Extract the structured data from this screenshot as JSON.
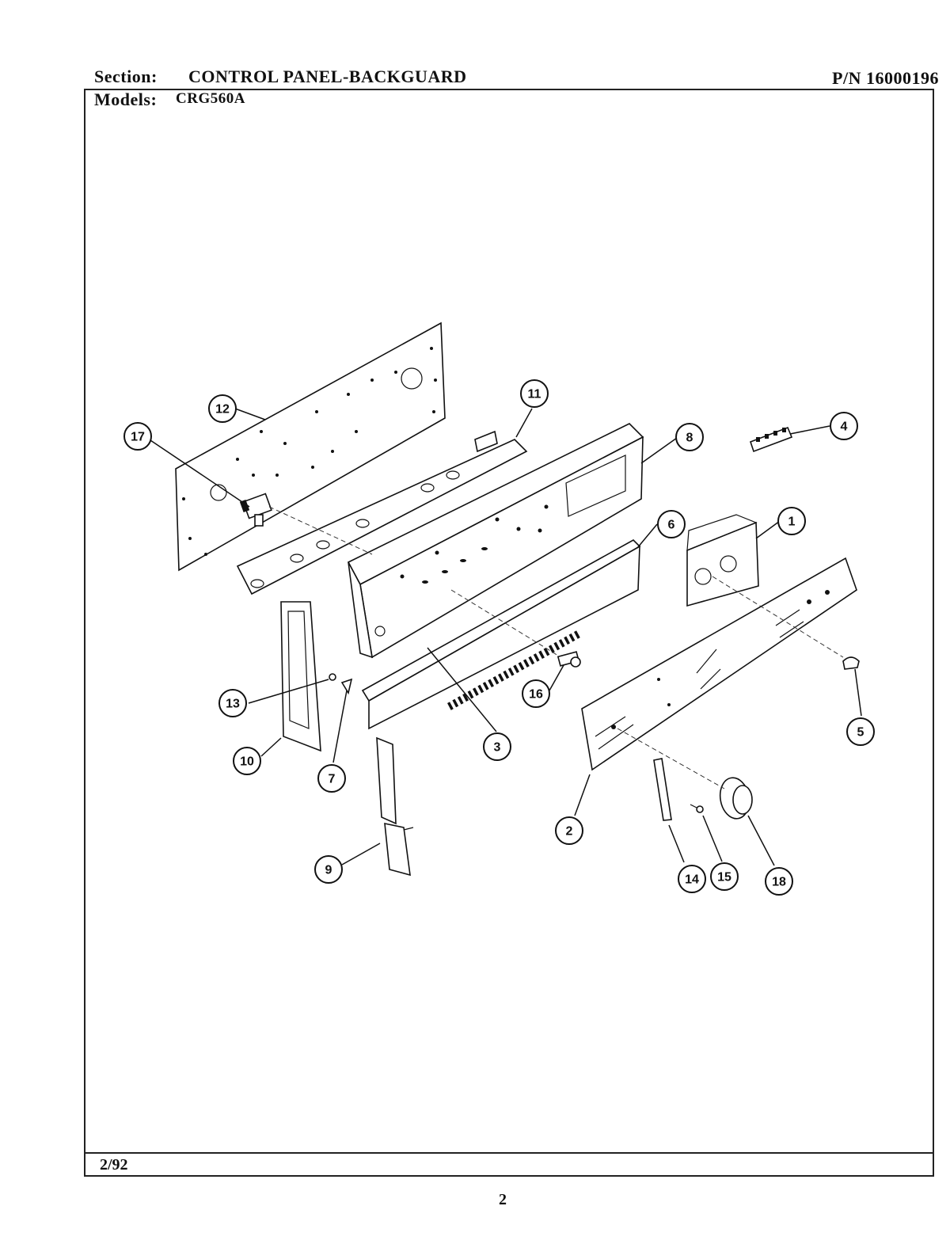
{
  "header": {
    "section_label": "Section:",
    "section_value": "CONTROL PANEL-BACKGUARD",
    "part_number": "P/N 16000196",
    "models_label": "Models:",
    "models_value": "CRG560A"
  },
  "footer": {
    "date": "2/92",
    "page_number": "2"
  },
  "callouts": [
    "1",
    "2",
    "3",
    "4",
    "5",
    "6",
    "7",
    "8",
    "9",
    "10",
    "11",
    "12",
    "13",
    "14",
    "15",
    "16",
    "17",
    "18"
  ]
}
